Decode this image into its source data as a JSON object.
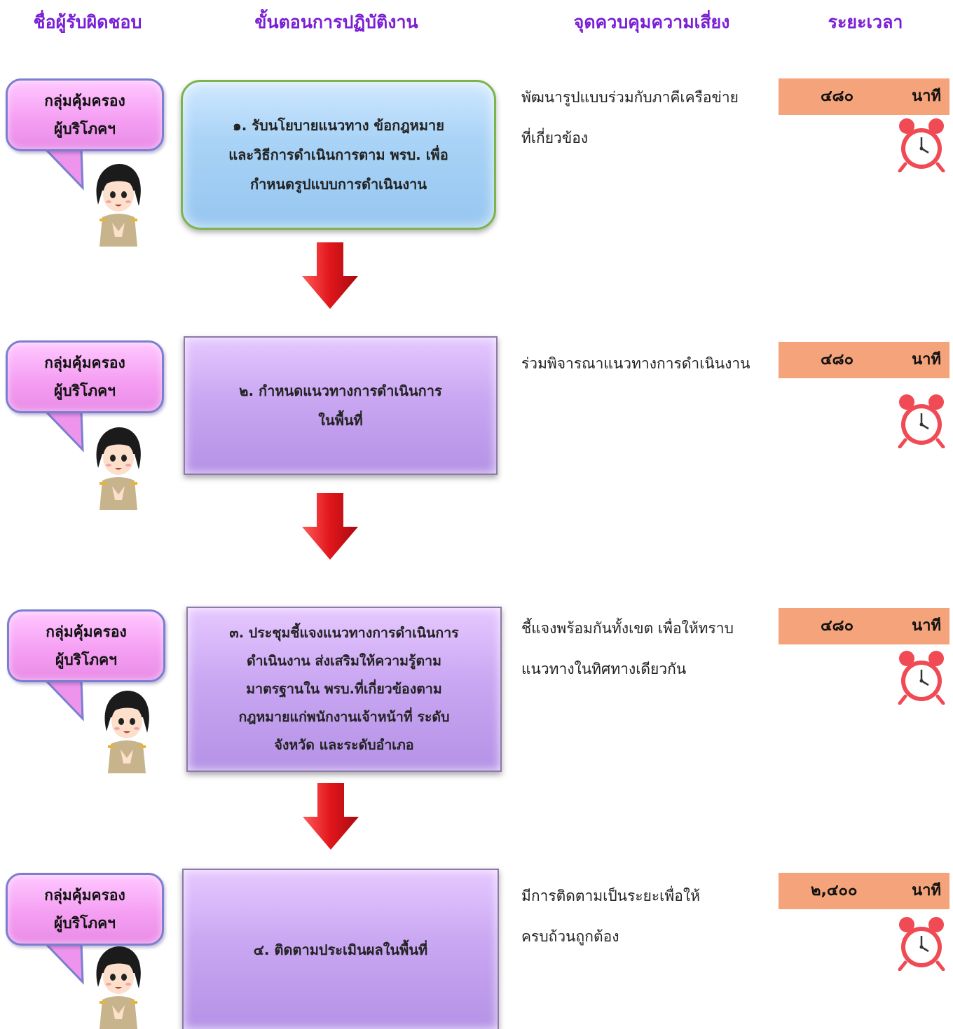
{
  "headers": {
    "responsible": "ชื่อผู้รับผิดชอบ",
    "procedure": "ขั้นตอนการปฏิบัติงาน",
    "risk_control": "จุดควบคุมความเสี่ยง",
    "duration": "ระยะเวลา"
  },
  "rows": [
    {
      "responsible_line1": "กลุ่มคุ้มครอง",
      "responsible_line2": "ผู้บริโภคฯ",
      "step_lines": [
        "๑. รับนโยบายแนวทาง ข้อกฎหมาย",
        "และวิธีการดำเนินการตาม พรบ. เพื่อ",
        "กำหนดรูปแบบการดำเนินงาน"
      ],
      "risk_lines": [
        "พัฒนารูปแบบร่วมกับภาคีเครือข่าย",
        "ที่เกี่ยวข้อง"
      ],
      "time_value": "๔๘๐",
      "time_unit": "นาที"
    },
    {
      "responsible_line1": "กลุ่มคุ้มครอง",
      "responsible_line2": "ผู้บริโภคฯ",
      "step_lines": [
        "๒. กำหนดแนวทางการดำเนินการ",
        "ในพื้นที่"
      ],
      "risk_lines": [
        "ร่วมพิจารณาแนวทางการดำเนินงาน"
      ],
      "time_value": "๔๘๐",
      "time_unit": "นาที"
    },
    {
      "responsible_line1": "กลุ่มคุ้มครอง",
      "responsible_line2": "ผู้บริโภคฯ",
      "step_lines": [
        "๓. ประชุมชี้แจงแนวทางการดำเนินการ",
        "ดำเนินงาน ส่งเสริมให้ความรู้ตาม",
        "มาตรฐานใน พรบ.ที่เกี่ยวข้องตาม",
        "กฎหมายแก่พนักงานเจ้าหน้าที่  ระดับ",
        "จังหวัด และระดับอำเภอ"
      ],
      "risk_lines": [
        "ชี้แจงพร้อมกันทั้งเขต เพื่อให้ทราบ",
        "แนวทางในทิศทางเดียวกัน"
      ],
      "time_value": "๔๘๐",
      "time_unit": "นาที"
    },
    {
      "responsible_line1": "กลุ่มคุ้มครอง",
      "responsible_line2": "ผู้บริโภคฯ",
      "step_lines": [
        "๔. ติดตามประเมินผลในพื้นที่"
      ],
      "risk_lines": [
        "มีการติดตามเป็นระยะเพื่อให้",
        "ครบถ้วนถูกต้อง"
      ],
      "time_value": "๒,๔๐๐",
      "time_unit": "นาที"
    }
  ],
  "colors": {
    "header": "#7a1fd6",
    "bubble_pink": "#f59ff3",
    "step1_blue": "#a9d3f6",
    "step_purple": "#c9a7f2",
    "arrow_red": "#e0161c",
    "time_orange": "#f4a37a",
    "clock_red": "#f04a55"
  }
}
